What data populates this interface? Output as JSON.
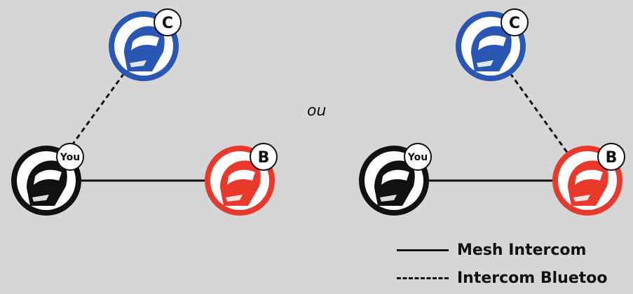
{
  "colors": {
    "background": "#d6d6d6",
    "you": "#111111",
    "b": "#e8392a",
    "c": "#2a56b4",
    "link": "#111111"
  },
  "separator": "ou",
  "legend": {
    "mesh": "Mesh Intercom",
    "bluetooth": "Intercom Bluetoo"
  },
  "scenarios": [
    {
      "nodes": [
        {
          "id": "you",
          "badge": "You",
          "color": "you"
        },
        {
          "id": "b",
          "badge": "B",
          "color": "b"
        },
        {
          "id": "c",
          "badge": "C",
          "color": "c"
        }
      ],
      "links": [
        {
          "from": "you",
          "to": "b",
          "type": "mesh"
        },
        {
          "from": "you",
          "to": "c",
          "type": "bluetooth"
        }
      ]
    },
    {
      "nodes": [
        {
          "id": "you",
          "badge": "You",
          "color": "you"
        },
        {
          "id": "b",
          "badge": "B",
          "color": "b"
        },
        {
          "id": "c",
          "badge": "C",
          "color": "c"
        }
      ],
      "links": [
        {
          "from": "you",
          "to": "b",
          "type": "mesh"
        },
        {
          "from": "b",
          "to": "c",
          "type": "bluetooth"
        }
      ]
    }
  ]
}
